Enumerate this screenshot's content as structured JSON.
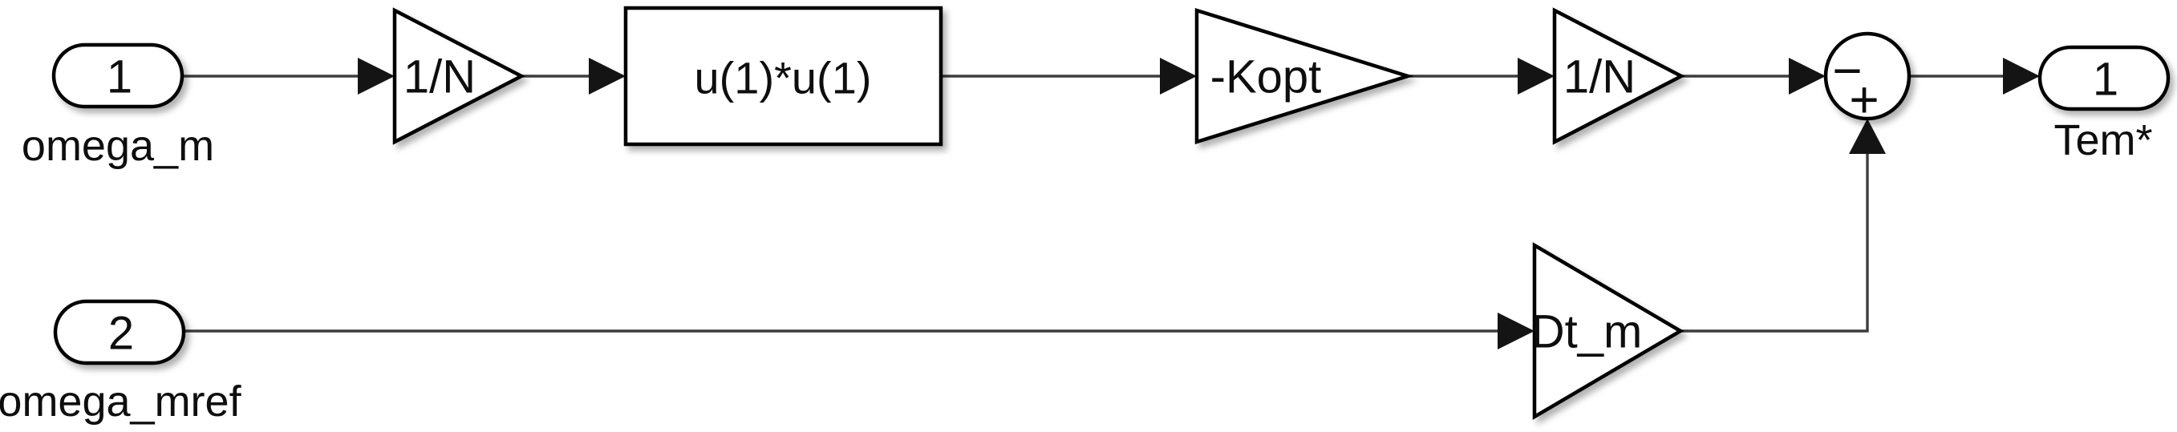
{
  "colors": {
    "background": "#ffffff",
    "block_fill": "#ffffff",
    "block_stroke": "#000000",
    "wire": "#3d3d3d",
    "text": "#0e0e0e"
  },
  "blocks": {
    "inport_omega_m": {
      "port_number": "1",
      "label": "omega_m"
    },
    "gain_1n_first": {
      "gain": "1/N"
    },
    "fcn_square": {
      "expression": "u(1)*u(1)"
    },
    "gain_kopt": {
      "gain": "-Kopt"
    },
    "gain_1n_second": {
      "gain": "1/N"
    },
    "sum_junction": {
      "minus_sign": "−",
      "plus_sign": "+"
    },
    "outport_tem": {
      "port_number": "1",
      "label": "Tem*"
    },
    "inport_omega_mref": {
      "port_number": "2",
      "label": "omega_mref"
    },
    "gain_dt_m": {
      "gain": "Dt_m"
    }
  }
}
